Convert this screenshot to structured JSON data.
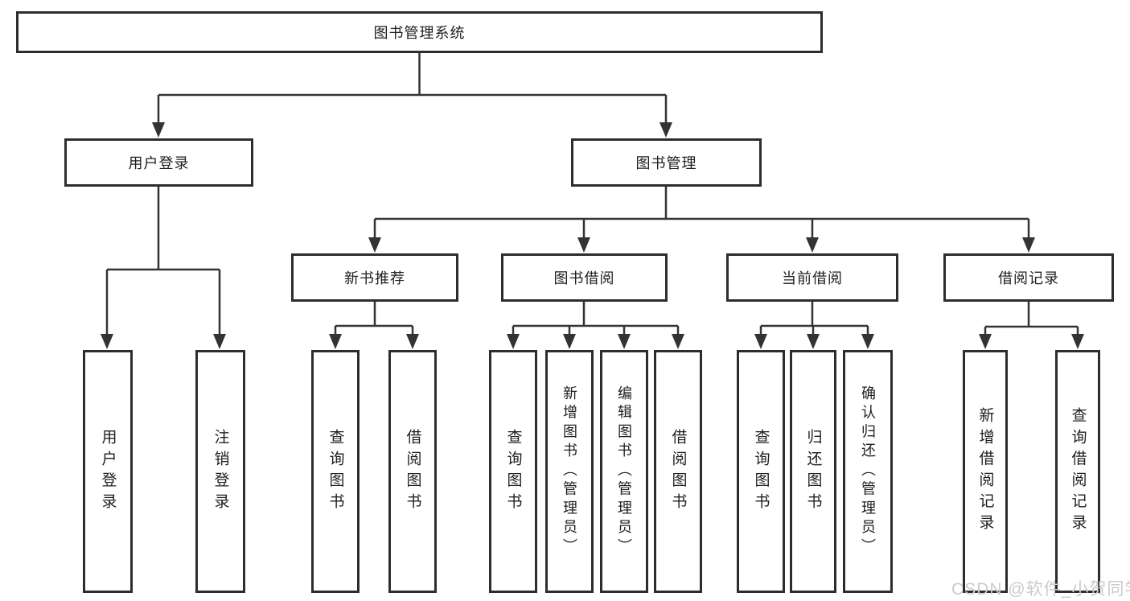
{
  "tree": {
    "root": {
      "label": "图书管理系统"
    },
    "children": [
      {
        "label": "用户登录",
        "children": [
          {
            "label": "用户登录"
          },
          {
            "label": "注销登录"
          }
        ]
      },
      {
        "label": "图书管理",
        "children": [
          {
            "label": "新书推荐",
            "children": [
              {
                "label": "查询图书"
              },
              {
                "label": "借阅图书"
              }
            ]
          },
          {
            "label": "图书借阅",
            "children": [
              {
                "label": "查询图书"
              },
              {
                "label": "新增图书（管理员）"
              },
              {
                "label": "编辑图书（管理员）"
              },
              {
                "label": "借阅图书"
              }
            ]
          },
          {
            "label": "当前借阅",
            "children": [
              {
                "label": "查询图书"
              },
              {
                "label": "归还图书"
              },
              {
                "label": "确认归还（管理员）"
              }
            ]
          },
          {
            "label": "借阅记录",
            "children": [
              {
                "label": "新增借阅记录"
              },
              {
                "label": "查询借阅记录"
              }
            ]
          }
        ]
      }
    ]
  },
  "watermark": {
    "text": "CSDN @软件_小贺同学"
  },
  "colors": {
    "line": "#333333",
    "box_border": "#2d2d2d",
    "text": "#1f1f1f",
    "background": "#ffffff",
    "watermark": "#cbcbcb"
  }
}
